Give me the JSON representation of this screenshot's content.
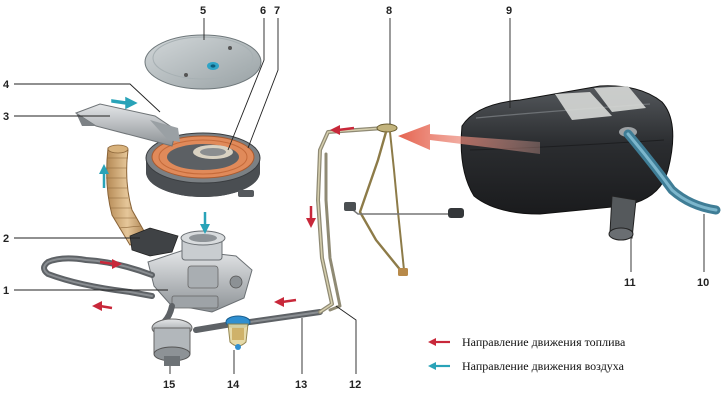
{
  "callouts": [
    "1",
    "2",
    "3",
    "4",
    "5",
    "6",
    "7",
    "8",
    "9",
    "10",
    "11",
    "12",
    "13",
    "14",
    "15"
  ],
  "legend": {
    "fuel_label": "Направление движения топлива",
    "air_label": "Направление движения воздуха"
  },
  "colors": {
    "fuel_arrow": "#c8283a",
    "air_arrow": "#29a3b8",
    "flow_arrow_large": "#e57a6e",
    "hose": "#6a6e72",
    "tank": "#2e3033",
    "metal": "#b9bdc0",
    "filter_element": "#e08a5a"
  },
  "icons": [
    "fuel-flow-arrow-icon",
    "air-flow-arrow-icon"
  ]
}
